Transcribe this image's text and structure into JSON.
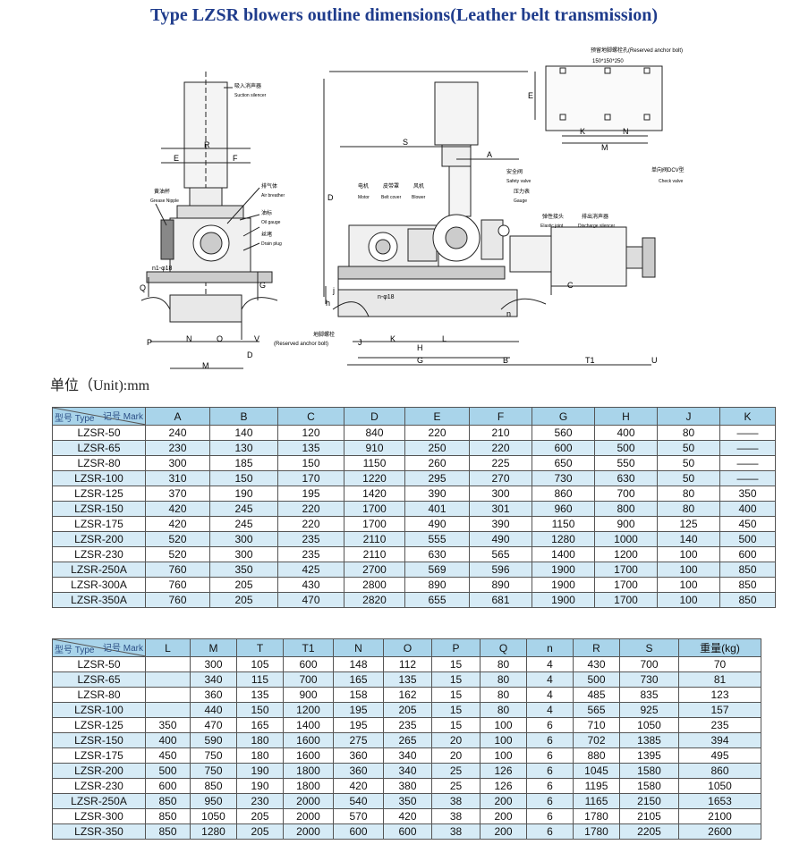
{
  "title": "Type LZSR blowers outline dimensions(Leather belt transmission)",
  "unit": "单位（Unit):mm",
  "drawing": {
    "suction_silencer_cn": "吸入消声器",
    "suction_silencer_en": "Suction silencer",
    "grease_nipple_cn": "黄油杯",
    "grease_nipple_en": "Grease Nipple",
    "air_breather_cn": "排气体",
    "air_breather_en": "Air breather",
    "oil_gauge_cn": "油标",
    "oil_gauge_en": "Oil gauge",
    "drain_plug_cn": "丝堵",
    "drain_plug_en": "Drain plug",
    "motor_cn": "电机",
    "motor_en": "Motor",
    "belt_cover_cn": "皮带罩",
    "belt_cover_en": "Belt cover",
    "blower_cn": "风机",
    "blower_en": "Blower",
    "safety_valve_cn": "安全阀",
    "safety_valve_en": "Safety valve",
    "gauge_cn": "压力表",
    "gauge_en": "Gauge",
    "elastic_joint_cn": "弹性接头",
    "elastic_joint_en": "Elastic joint",
    "discharge_silencer_cn": "排出消声器",
    "discharge_silencer_en": "Discharge silencer",
    "check_valve_cn": "单向阀DCV型",
    "check_valve_en": "Check valve",
    "anchor_bolt_cn": "地脚螺栓",
    "anchor_bolt_en": "(Reserved anchor bolt)",
    "reserved_hole": "预留地脚螺栓孔(Reserved anchor bolt)",
    "hole_size": "150*150*250",
    "bolt_holes": "n-φ18",
    "bolt_holes_side": "n1-φ18",
    "dims": [
      "R",
      "E",
      "F",
      "S",
      "A",
      "D",
      "C",
      "G",
      "Q",
      "P",
      "N",
      "O",
      "V",
      "M",
      "h",
      "j",
      "J",
      "K",
      "L",
      "H",
      "B",
      "T1",
      "U",
      "n"
    ]
  },
  "table1": {
    "corner_type": "型号 Type",
    "corner_mark": "记号 Mark",
    "columns": [
      "A",
      "B",
      "C",
      "D",
      "E",
      "F",
      "G",
      "H",
      "J",
      "K"
    ],
    "rows": [
      [
        "LZSR-50",
        "240",
        "140",
        "120",
        "840",
        "220",
        "210",
        "560",
        "400",
        "80",
        "——"
      ],
      [
        "LZSR-65",
        "230",
        "130",
        "135",
        "910",
        "250",
        "220",
        "600",
        "500",
        "50",
        "——"
      ],
      [
        "LZSR-80",
        "300",
        "185",
        "150",
        "1150",
        "260",
        "225",
        "650",
        "550",
        "50",
        "——"
      ],
      [
        "LZSR-100",
        "310",
        "150",
        "170",
        "1220",
        "295",
        "270",
        "730",
        "630",
        "50",
        "——"
      ],
      [
        "LZSR-125",
        "370",
        "190",
        "195",
        "1420",
        "390",
        "300",
        "860",
        "700",
        "80",
        "350"
      ],
      [
        "LZSR-150",
        "420",
        "245",
        "220",
        "1700",
        "401",
        "301",
        "960",
        "800",
        "80",
        "400"
      ],
      [
        "LZSR-175",
        "420",
        "245",
        "220",
        "1700",
        "490",
        "390",
        "1150",
        "900",
        "125",
        "450"
      ],
      [
        "LZSR-200",
        "520",
        "300",
        "235",
        "2110",
        "555",
        "490",
        "1280",
        "1000",
        "140",
        "500"
      ],
      [
        "LZSR-230",
        "520",
        "300",
        "235",
        "2110",
        "630",
        "565",
        "1400",
        "1200",
        "100",
        "600"
      ],
      [
        "LZSR-250A",
        "760",
        "350",
        "425",
        "2700",
        "569",
        "596",
        "1900",
        "1700",
        "100",
        "850"
      ],
      [
        "LZSR-300A",
        "760",
        "205",
        "430",
        "2800",
        "890",
        "890",
        "1900",
        "1700",
        "100",
        "850"
      ],
      [
        "LZSR-350A",
        "760",
        "205",
        "470",
        "2820",
        "655",
        "681",
        "1900",
        "1700",
        "100",
        "850"
      ]
    ]
  },
  "table2": {
    "corner_type": "型号 Type",
    "corner_mark": "记号 Mark",
    "columns": [
      "L",
      "M",
      "T",
      "T1",
      "N",
      "O",
      "P",
      "Q",
      "n",
      "R",
      "S",
      "重量(kg)"
    ],
    "rows": [
      [
        "LZSR-50",
        "",
        "300",
        "105",
        "600",
        "148",
        "112",
        "15",
        "80",
        "4",
        "430",
        "700",
        "70"
      ],
      [
        "LZSR-65",
        "",
        "340",
        "115",
        "700",
        "165",
        "135",
        "15",
        "80",
        "4",
        "500",
        "730",
        "81"
      ],
      [
        "LZSR-80",
        "",
        "360",
        "135",
        "900",
        "158",
        "162",
        "15",
        "80",
        "4",
        "485",
        "835",
        "123"
      ],
      [
        "LZSR-100",
        "",
        "440",
        "150",
        "1200",
        "195",
        "205",
        "15",
        "80",
        "4",
        "565",
        "925",
        "157"
      ],
      [
        "LZSR-125",
        "350",
        "470",
        "165",
        "1400",
        "195",
        "235",
        "15",
        "100",
        "6",
        "710",
        "1050",
        "235"
      ],
      [
        "LZSR-150",
        "400",
        "590",
        "180",
        "1600",
        "275",
        "265",
        "20",
        "100",
        "6",
        "702",
        "1385",
        "394"
      ],
      [
        "LZSR-175",
        "450",
        "750",
        "180",
        "1600",
        "360",
        "340",
        "20",
        "100",
        "6",
        "880",
        "1395",
        "495"
      ],
      [
        "LZSR-200",
        "500",
        "750",
        "190",
        "1800",
        "360",
        "340",
        "25",
        "126",
        "6",
        "1045",
        "1580",
        "860"
      ],
      [
        "LZSR-230",
        "600",
        "850",
        "190",
        "1800",
        "420",
        "380",
        "25",
        "126",
        "6",
        "1195",
        "1580",
        "1050"
      ],
      [
        "LZSR-250A",
        "850",
        "950",
        "230",
        "2000",
        "540",
        "350",
        "38",
        "200",
        "6",
        "1165",
        "2150",
        "1653"
      ],
      [
        "LZSR-300",
        "850",
        "1050",
        "205",
        "2000",
        "570",
        "420",
        "38",
        "200",
        "6",
        "1780",
        "2105",
        "2100"
      ],
      [
        "LZSR-350",
        "850",
        "1280",
        "205",
        "2000",
        "600",
        "600",
        "38",
        "200",
        "6",
        "1780",
        "2205",
        "2600"
      ]
    ]
  }
}
